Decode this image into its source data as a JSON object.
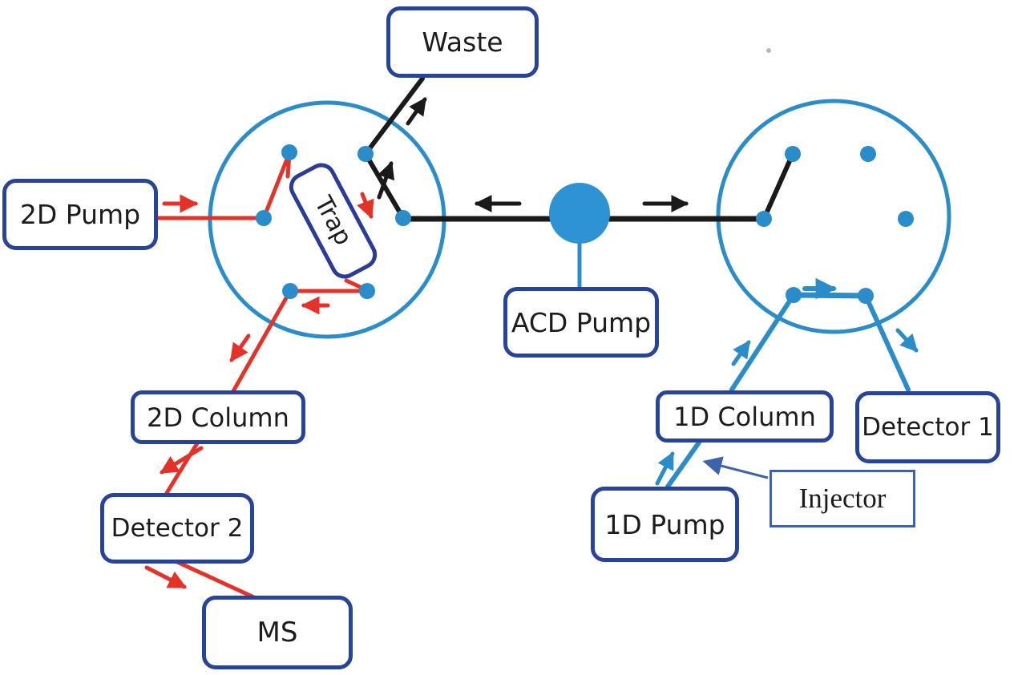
{
  "nodes": {
    "waste": {
      "label": "Waste"
    },
    "pump_2d": {
      "label": "2D Pump"
    },
    "trap": {
      "label": "Trap"
    },
    "acd_pump": {
      "label": "ACD Pump"
    },
    "column_2d": {
      "label": "2D Column"
    },
    "detector_2": {
      "label": "Detector 2"
    },
    "ms": {
      "label": "MS"
    },
    "column_1d": {
      "label": "1D Column"
    },
    "detector_1": {
      "label": "Detector 1"
    },
    "pump_1d": {
      "label": "1D Pump"
    },
    "injector": {
      "label": "Injector"
    }
  },
  "palette": {
    "valve_blue": "#2b8cca",
    "box_border_navy": "#27449a",
    "trap_border_navy": "#2b3c96",
    "flow_red": "#e53229",
    "flow_black": "#1a1a1a",
    "injector_border": "#3c63ac",
    "label_text": "#1c1c1c"
  },
  "flows": {
    "red_2d_path": [
      "2D Pump",
      "left valve",
      "Trap",
      "left valve",
      "2D Column",
      "Detector 2",
      "MS"
    ],
    "black_acd_path": [
      "ACD Pump",
      "junction tee",
      "left valve",
      "Waste"
    ],
    "blue_1d_path": [
      "1D Pump",
      "Injector",
      "1D Column",
      "right valve",
      "Detector 1"
    ]
  }
}
